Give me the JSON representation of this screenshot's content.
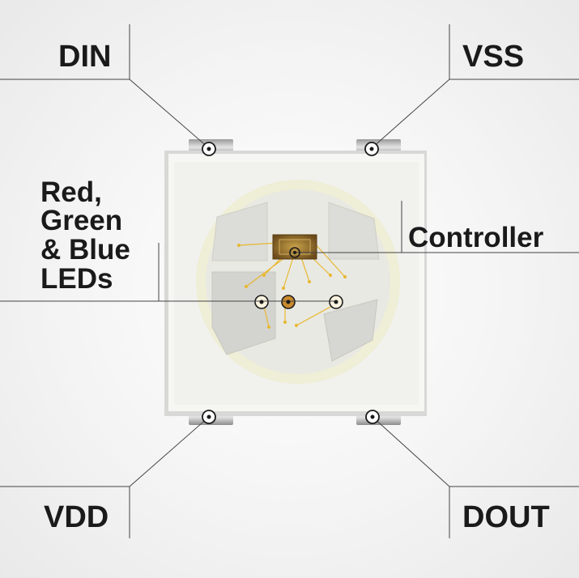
{
  "labels": {
    "din": "DIN",
    "vss": "VSS",
    "vdd": "VDD",
    "dout": "DOUT",
    "controller": "Controller",
    "leds_line1": "Red,",
    "leds_line2": "Green",
    "leds_line3": "& Blue",
    "leds_line4": "LEDs"
  },
  "colors": {
    "text": "#1a1a1a",
    "leader_line": "#444444",
    "package_body": "#f6f6f3",
    "ring": "#efeed6",
    "gold_wire": "#e8b830",
    "pad_metal": "#c8c8c8"
  },
  "icons": {
    "marker": "circle-marker-icon",
    "die": "controller-chip-icon"
  }
}
